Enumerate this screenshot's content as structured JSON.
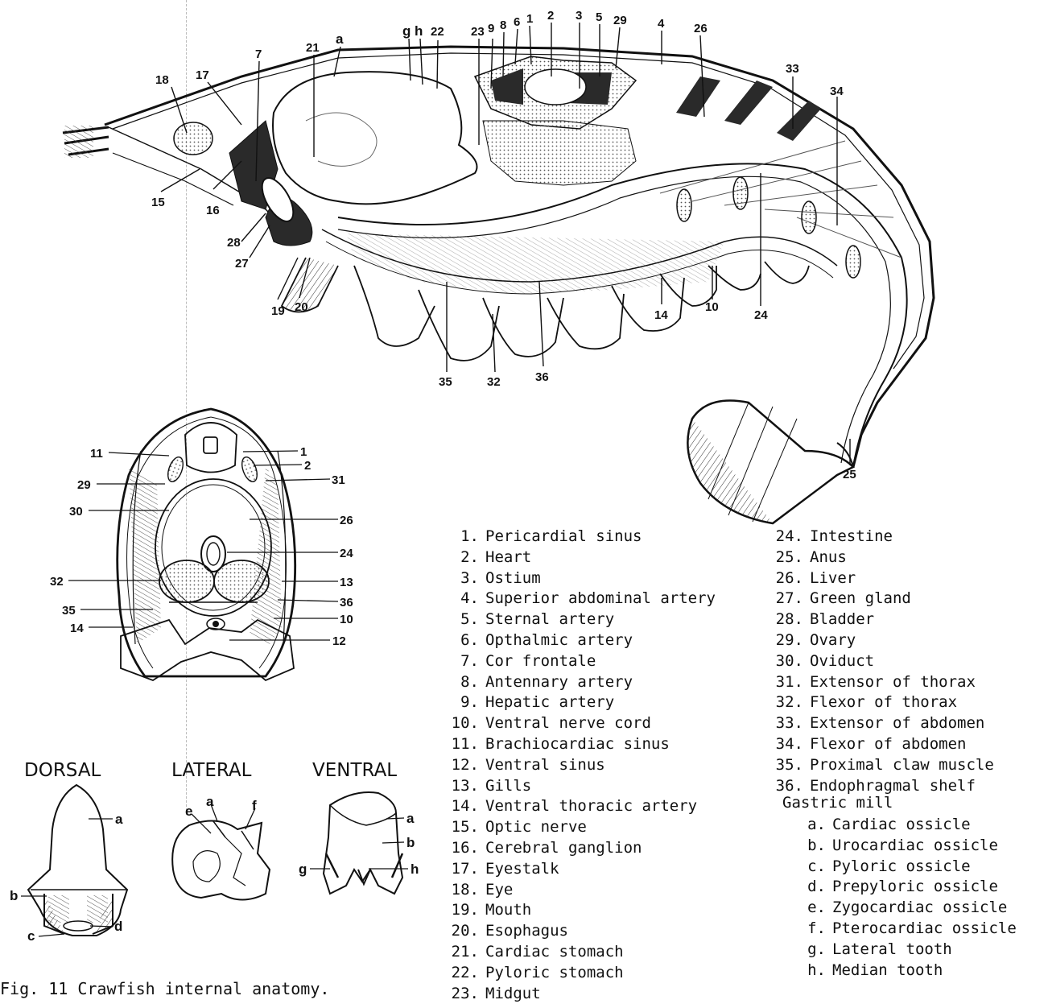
{
  "side_view_labels": {
    "a": "a",
    "g": "g",
    "h": "h",
    "n1": "1",
    "n2": "2",
    "n3": "3",
    "n4": "4",
    "n5": "5",
    "n6": "6",
    "n7": "7",
    "n8": "8",
    "n9": "9",
    "n10": "10",
    "n14": "14",
    "n15": "15",
    "n16": "16",
    "n17": "17",
    "n18": "18",
    "n19": "19",
    "n20": "20",
    "n21": "21",
    "n22": "22",
    "n23": "23",
    "n24": "24",
    "n25": "25",
    "n26": "26",
    "n27": "27",
    "n28": "28",
    "n29": "29",
    "n32": "32",
    "n33": "33",
    "n34": "34",
    "n35": "35",
    "n36": "36"
  },
  "cross_section_labels": {
    "n11": "11",
    "n1": "1",
    "n2": "2",
    "n29": "29",
    "n31": "31",
    "n30": "30",
    "n26": "26",
    "n24": "24",
    "n32": "32",
    "n13": "13",
    "n35": "35",
    "n36": "36",
    "n14": "14",
    "n10": "10",
    "n12": "12"
  },
  "gastric_views": {
    "dorsal": {
      "title": "DORSAL",
      "labels": {
        "a": "a",
        "b": "b",
        "c": "c",
        "d": "d"
      }
    },
    "lateral": {
      "title": "LATERAL",
      "labels": {
        "a": "a",
        "e": "e",
        "f": "f"
      }
    },
    "ventral": {
      "title": "VENTRAL",
      "labels": {
        "a": "a",
        "b": "b",
        "g": "g",
        "h": "h"
      }
    }
  },
  "legend_left": [
    {
      "num": "1.",
      "text": "Pericardial sinus"
    },
    {
      "num": "2.",
      "text": "Heart"
    },
    {
      "num": "3.",
      "text": "Ostium"
    },
    {
      "num": "4.",
      "text": "Superior abdominal artery"
    },
    {
      "num": "5.",
      "text": "Sternal artery"
    },
    {
      "num": "6.",
      "text": "Opthalmic artery"
    },
    {
      "num": "7.",
      "text": "Cor frontale"
    },
    {
      "num": "8.",
      "text": "Antennary artery"
    },
    {
      "num": "9.",
      "text": "Hepatic artery"
    },
    {
      "num": "10.",
      "text": "Ventral nerve cord"
    },
    {
      "num": "11.",
      "text": "Brachiocardiac sinus"
    },
    {
      "num": "12.",
      "text": "Ventral sinus"
    },
    {
      "num": "13.",
      "text": "Gills"
    },
    {
      "num": "14.",
      "text": "Ventral thoracic artery"
    },
    {
      "num": "15.",
      "text": "Optic nerve"
    },
    {
      "num": "16.",
      "text": "Cerebral ganglion"
    },
    {
      "num": "17.",
      "text": "Eyestalk"
    },
    {
      "num": "18.",
      "text": "Eye"
    },
    {
      "num": "19.",
      "text": "Mouth"
    },
    {
      "num": "20.",
      "text": "Esophagus"
    },
    {
      "num": "21.",
      "text": "Cardiac stomach"
    },
    {
      "num": "22.",
      "text": "Pyloric stomach"
    },
    {
      "num": "23.",
      "text": "Midgut"
    }
  ],
  "legend_right": [
    {
      "num": "24.",
      "text": "Intestine"
    },
    {
      "num": "25.",
      "text": "Anus"
    },
    {
      "num": "26.",
      "text": "Liver"
    },
    {
      "num": "27.",
      "text": "Green gland"
    },
    {
      "num": "28.",
      "text": "Bladder"
    },
    {
      "num": "29.",
      "text": "Ovary"
    },
    {
      "num": "30.",
      "text": "Oviduct"
    },
    {
      "num": "31.",
      "text": "Extensor of thorax"
    },
    {
      "num": "32.",
      "text": "Flexor of thorax"
    },
    {
      "num": "33.",
      "text": "Extensor of abdomen"
    },
    {
      "num": "34.",
      "text": "Flexor of abdomen"
    },
    {
      "num": "35.",
      "text": "Proximal claw muscle"
    },
    {
      "num": "36.",
      "text": "Endophragmal shelf"
    }
  ],
  "gastric_mill": {
    "title": "Gastric mill",
    "items": [
      {
        "letter": "a.",
        "text": "Cardiac ossicle"
      },
      {
        "letter": "b.",
        "text": "Urocardiac ossicle"
      },
      {
        "letter": "c.",
        "text": "Pyloric ossicle"
      },
      {
        "letter": "d.",
        "text": "Prepyloric ossicle"
      },
      {
        "letter": "e.",
        "text": "Zygocardiac ossicle"
      },
      {
        "letter": "f.",
        "text": "Pterocardiac ossicle"
      },
      {
        "letter": "g.",
        "text": "Lateral tooth"
      },
      {
        "letter": "h.",
        "text": "Median tooth"
      }
    ]
  },
  "caption": "Fig. 11  Crawfish internal anatomy.",
  "colors": {
    "ink": "#111111",
    "paper": "#ffffff",
    "fill_dark": "#2a2a2a",
    "stipple": "#9a9a9a"
  }
}
